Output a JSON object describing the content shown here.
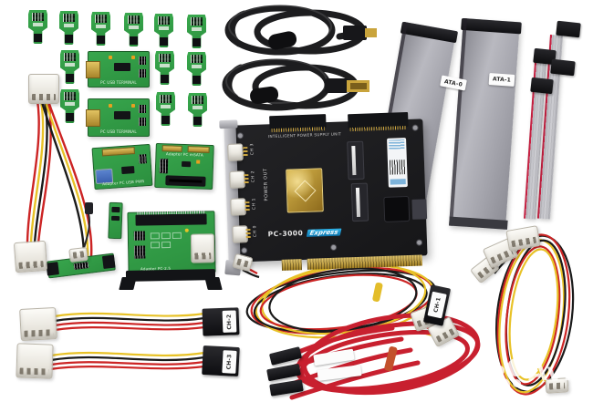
{
  "scene": {
    "background": "#ffffff",
    "card": {
      "header": "INTELLIGENT POWER SUPPLY UNIT",
      "model": "PC-3000",
      "brand": "Express",
      "power_out": "POWER OUT",
      "channels": [
        "CH 3",
        "CH 2",
        "CH 1",
        "CH 0"
      ]
    },
    "ribbons": {
      "ata0": "ATA-0",
      "ata1": "ATA-1"
    },
    "cables": {
      "ch1": "CH-1",
      "ch2": "CH-2",
      "ch3": "CH-3"
    },
    "boards": {
      "usb_terminal": "PC USB TERMINAL",
      "usb_pwr": "Adapter PC USB PWR",
      "msata": "Adapter PC mSATA",
      "pc25": "Adapter PC-2.5"
    },
    "watermark": {
      "brand": "Avito"
    },
    "colors": {
      "pcb_green": "#2f9b43",
      "card_black": "#1b1b1d",
      "ribbon_gray": "#a9a9b0",
      "sata_red": "#c8202f",
      "wire_red": "#cc2424",
      "wire_yellow": "#e8c227",
      "wire_black": "#1a1a1a",
      "gold": "#c9a43c"
    }
  }
}
